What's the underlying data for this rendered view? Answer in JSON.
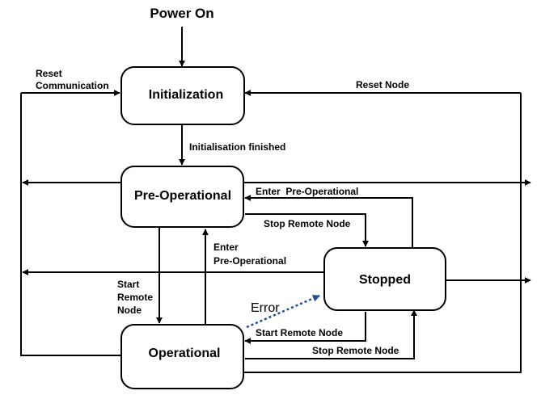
{
  "diagram": {
    "power_on": "Power On",
    "states": {
      "initialization": "Initialization",
      "pre_operational": "Pre-Operational",
      "operational": "Operational",
      "stopped": "Stopped"
    },
    "transitions": {
      "reset_communication_line1": "Reset",
      "reset_communication_line2": "Communication",
      "reset_node": "Reset Node",
      "initialisation_finished": "Initialisation finished",
      "enter_pre_operational_top": "Enter  Pre-Operational",
      "stop_remote_node_top": "Stop Remote Node",
      "enter_pre_operational_mid_line1": "Enter",
      "enter_pre_operational_mid_line2": "Pre-Operational",
      "start_remote_node_left_line1": "Start",
      "start_remote_node_left_line2": "Remote",
      "start_remote_node_left_line3": "Node",
      "error": "Error",
      "start_remote_node_bottom": "Start Remote Node",
      "stop_remote_node_bottom": "Stop Remote Node"
    }
  }
}
